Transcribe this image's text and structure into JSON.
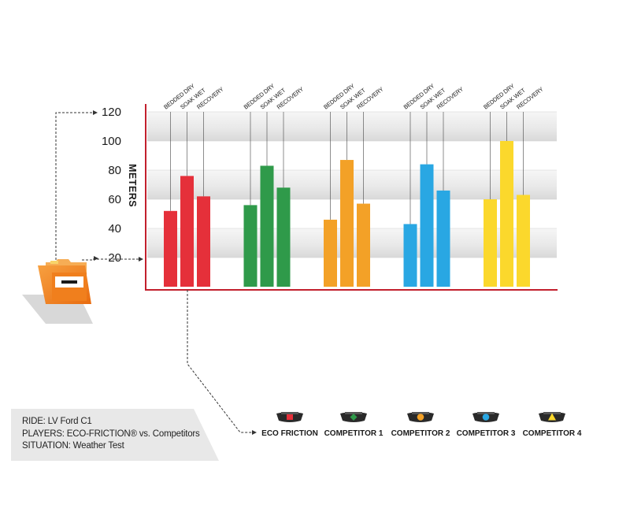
{
  "chart_data": {
    "type": "bar",
    "ylabel": "METERS",
    "yticks": [
      20,
      40,
      60,
      80,
      100,
      120
    ],
    "ylim": [
      0,
      120
    ],
    "bar_labels": [
      "BEDDED DRY",
      "SOAK WET",
      "RECOVERY"
    ],
    "grid": "horizontal alternating bands",
    "series": [
      {
        "name": "ECO FRICTION",
        "color": "#e5303a",
        "values": [
          52,
          76,
          62
        ],
        "legend_icon": "square"
      },
      {
        "name": "COMPETITOR 1",
        "color": "#2f9a4a",
        "values": [
          56,
          83,
          68
        ],
        "legend_icon": "diamond"
      },
      {
        "name": "COMPETITOR 2",
        "color": "#f3a127",
        "values": [
          46,
          87,
          57
        ],
        "legend_icon": "circle"
      },
      {
        "name": "COMPETITOR 3",
        "color": "#29a7e3",
        "values": [
          43,
          84,
          66
        ],
        "legend_icon": "circle"
      },
      {
        "name": "COMPETITOR 4",
        "color": "#fbd82c",
        "values": [
          60,
          100,
          63
        ],
        "legend_icon": "triangle"
      }
    ],
    "legend_placement": "bottom"
  },
  "info": {
    "ride": "RIDE: LV Ford C1",
    "players": "PLAYERS: ECO-FRICTION® vs. Competitors",
    "situation": "SITUATION: Weather Test"
  },
  "colors": {
    "axis": "#c2202d",
    "folder": "#f07f1d",
    "band": "#e2e2e2"
  },
  "icons": {
    "folder": "folder-icon",
    "legend": "brake-caliper-icon"
  }
}
